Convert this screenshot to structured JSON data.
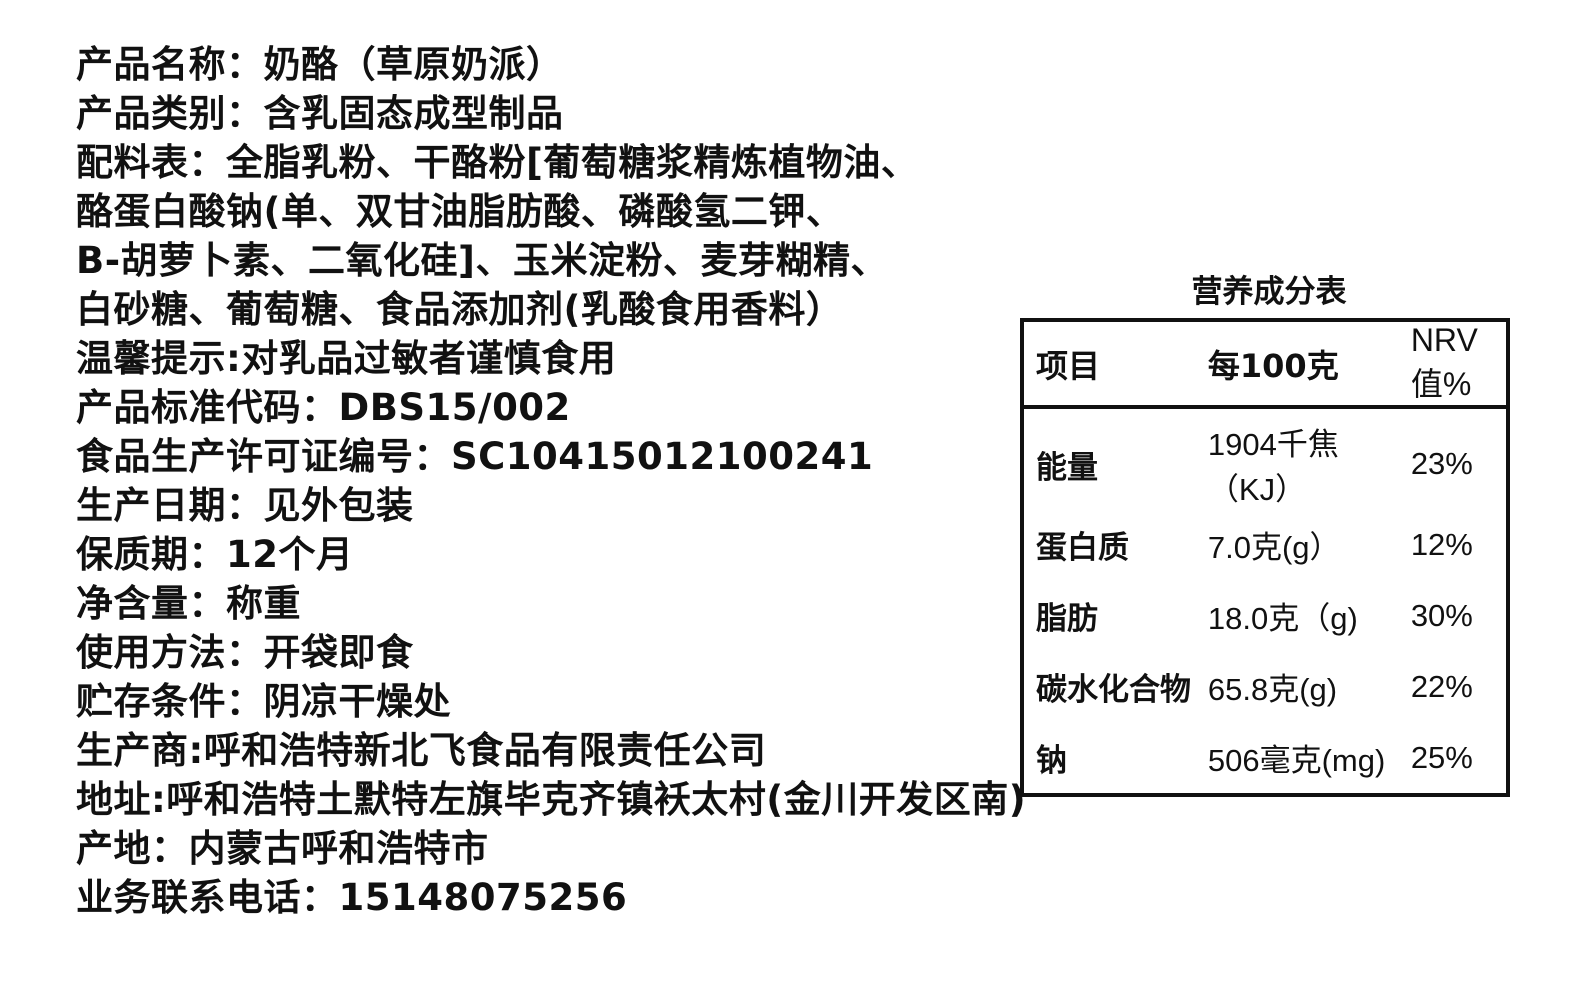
{
  "product_info": [
    "产品名称：奶酪（草原奶派）",
    "产品类别：含乳固态成型制品",
    "配料表：全脂乳粉、干酪粉[葡萄糖浆精炼植物油、",
    "酪蛋白酸钠(单、双甘油脂肪酸、磷酸氢二钾、",
    "B-胡萝卜素、二氧化硅]、玉米淀粉、麦芽糊精、",
    "白砂糖、葡萄糖、食品添加剂(乳酸食用香料）",
    "温馨提示:对乳品过敏者谨慎食用",
    "产品标准代码：DBS15/002",
    "食品生产许可证编号：SC10415012100241",
    "生产日期：见外包装",
    "保质期：12个月",
    "净含量：称重",
    "使用方法：开袋即食",
    "贮存条件：阴凉干燥处",
    "生产商:呼和浩特新北飞食品有限责任公司",
    "地址:呼和浩特土默特左旗毕克齐镇袄太村(金川开发区南)",
    "产地：内蒙古呼和浩特市",
    "业务联系电话：15148075256"
  ],
  "nutrition": {
    "title": "营养成分表",
    "headers": [
      "项目",
      "每100克",
      "NRV值%"
    ],
    "rows": [
      {
        "name": "能量",
        "amount": "1904千焦（KJ）",
        "nrv": "23%"
      },
      {
        "name": "蛋白质",
        "amount": "7.0克(g）",
        "nrv": "12%"
      },
      {
        "name": "脂肪",
        "amount": "18.0克（g)",
        "nrv": "30%"
      },
      {
        "name": "碳水化合物",
        "amount": "65.8克(g)",
        "nrv": "22%"
      },
      {
        "name": "钠",
        "amount": "506毫克(mg)",
        "nrv": "25%"
      }
    ]
  }
}
